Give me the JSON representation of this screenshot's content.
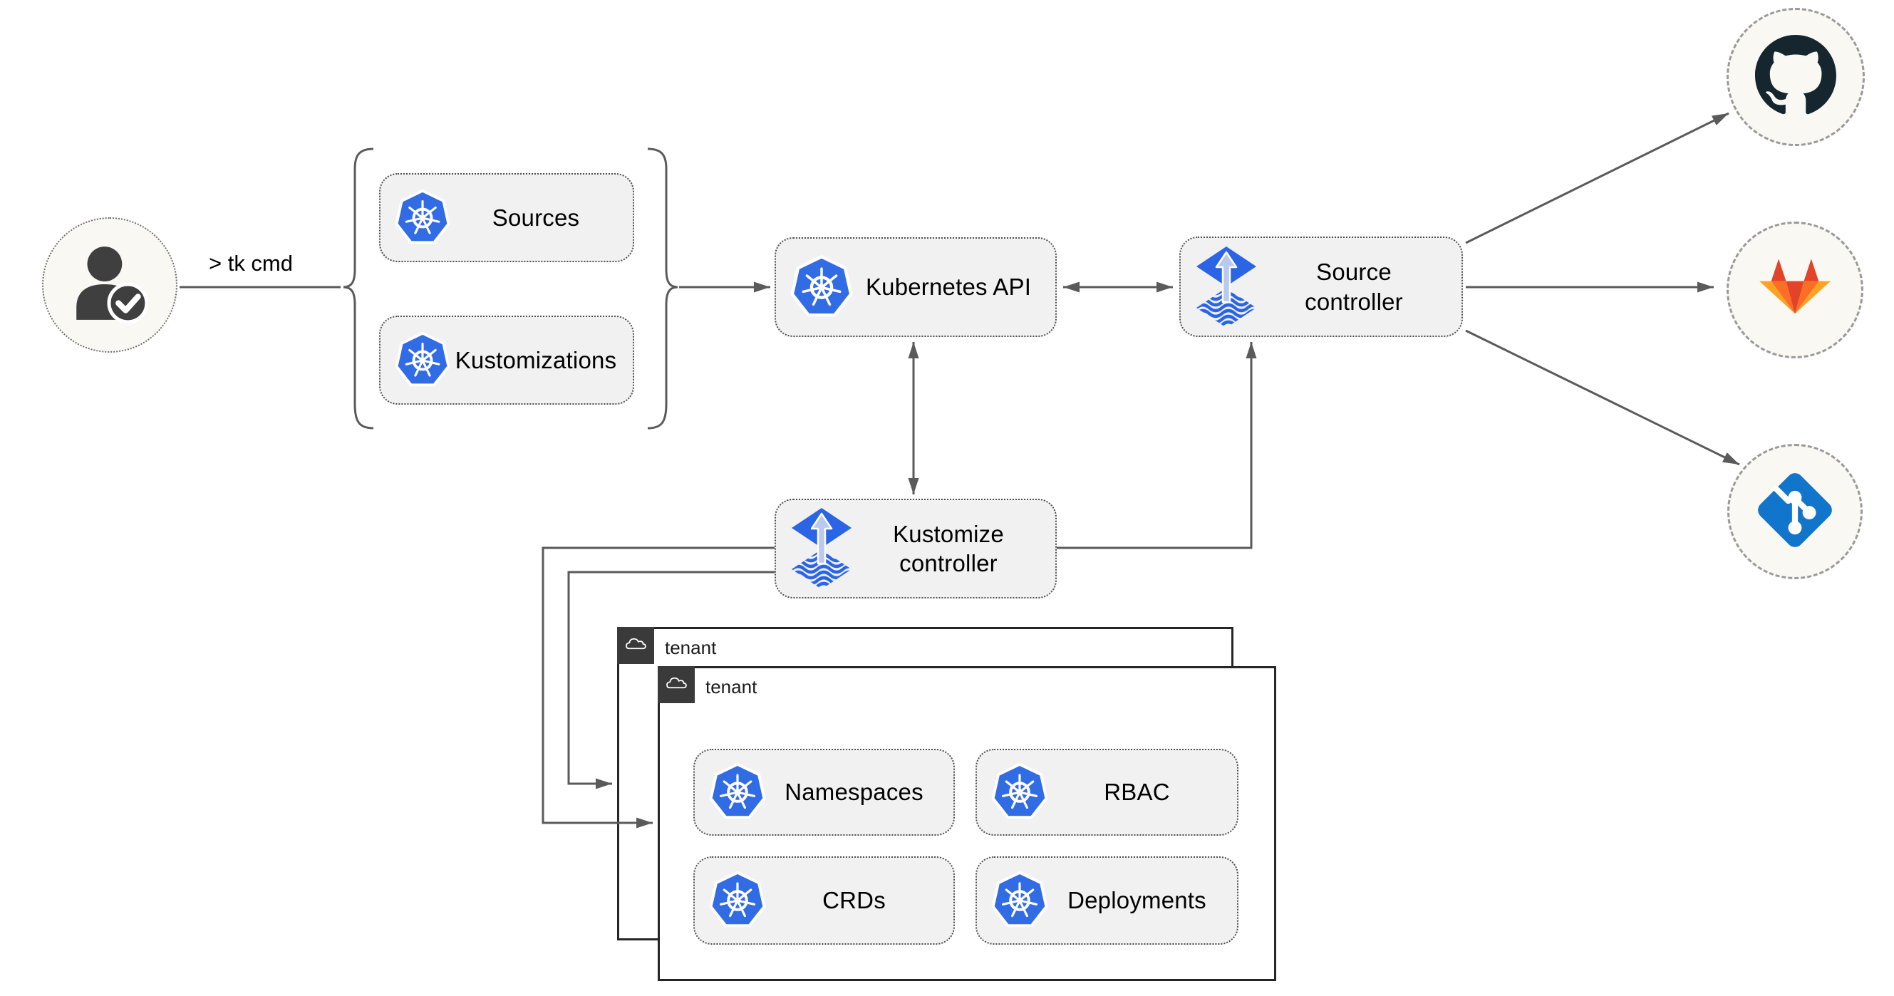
{
  "diagram": {
    "cli_command": "> tk cmd",
    "nodes": {
      "sources": {
        "label": "Sources"
      },
      "kustomizations": {
        "label": "Kustomizations"
      },
      "kubernetes_api": {
        "label": "Kubernetes API"
      },
      "source_controller": {
        "line1": "Source",
        "line2": "controller"
      },
      "kustomize_controller": {
        "line1": "Kustomize",
        "line2": "controller"
      },
      "namespaces": {
        "label": "Namespaces"
      },
      "rbac": {
        "label": "RBAC"
      },
      "crds": {
        "label": "CRDs"
      },
      "deployments": {
        "label": "Deployments"
      }
    },
    "groups": {
      "tenant_back": {
        "label": "tenant"
      },
      "tenant_front": {
        "label": "tenant"
      }
    },
    "icons": {
      "user": "user-check-icon",
      "kubernetes": "kubernetes-icon",
      "flux": "flux-controller-icon",
      "cloud": "cloud-icon",
      "github": "github-icon",
      "gitlab": "gitlab-icon",
      "git": "git-icon"
    },
    "colors": {
      "kubernetes_blue": "#326ce5",
      "flux_blue": "#2b65e6",
      "flux_arrow_light": "#bac9ee",
      "github_dark": "#16262f",
      "gitlab_red": "#e24329",
      "gitlab_orange": "#fc6d26",
      "gitlab_amber": "#fca326",
      "git_blue": "#1275cc",
      "connector_gray": "#5a5a5a",
      "node_background": "#f1f1f1",
      "halo_background": "#faf8f2",
      "tenant_tab_dark": "#3a3a3a"
    }
  }
}
